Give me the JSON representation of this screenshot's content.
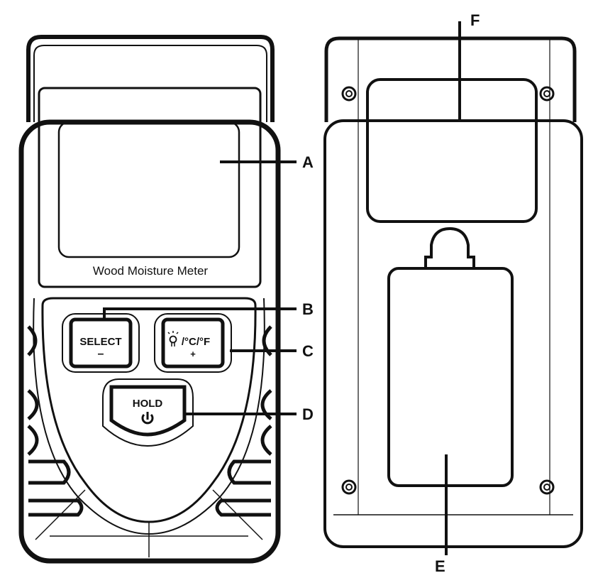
{
  "device_label": "Wood Moisture Meter",
  "buttons": {
    "select": {
      "label": "SELECT",
      "sub": "–"
    },
    "unit": {
      "label": "/°C/°F",
      "sub": "+",
      "icon": "backlight-bulb-icon"
    },
    "hold": {
      "label": "HOLD",
      "icon": "power-icon",
      "sub": "⏻"
    }
  },
  "callouts": {
    "a": "A",
    "b": "B",
    "c": "C",
    "d": "D",
    "e": "E",
    "f": "F"
  }
}
